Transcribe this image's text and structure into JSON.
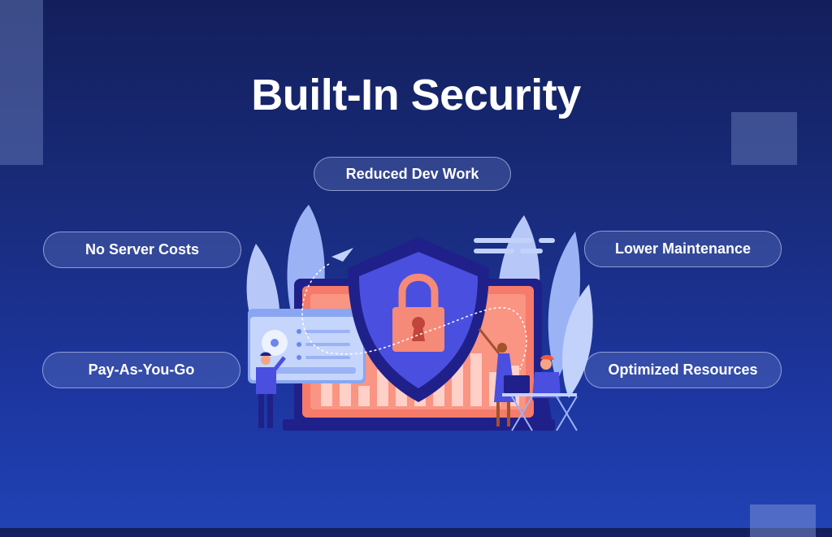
{
  "page": {
    "title": "Built-In Security"
  },
  "features": [
    {
      "label": "Reduced Dev Work"
    },
    {
      "label": "No Server Costs"
    },
    {
      "label": "Lower Maintenance"
    },
    {
      "label": "Pay-As-You-Go"
    },
    {
      "label": "Optimized Resources"
    }
  ],
  "illustration": {
    "icon": "shield-lock-icon"
  },
  "colors": {
    "background_top": "#131f5c",
    "background_bottom": "#2042b4",
    "shield": "#4a4fe0",
    "shield_border": "#20208a",
    "lock": "#f58a78",
    "monitor_screen": "#f67b6a",
    "leaves": "#9bb3f5"
  }
}
